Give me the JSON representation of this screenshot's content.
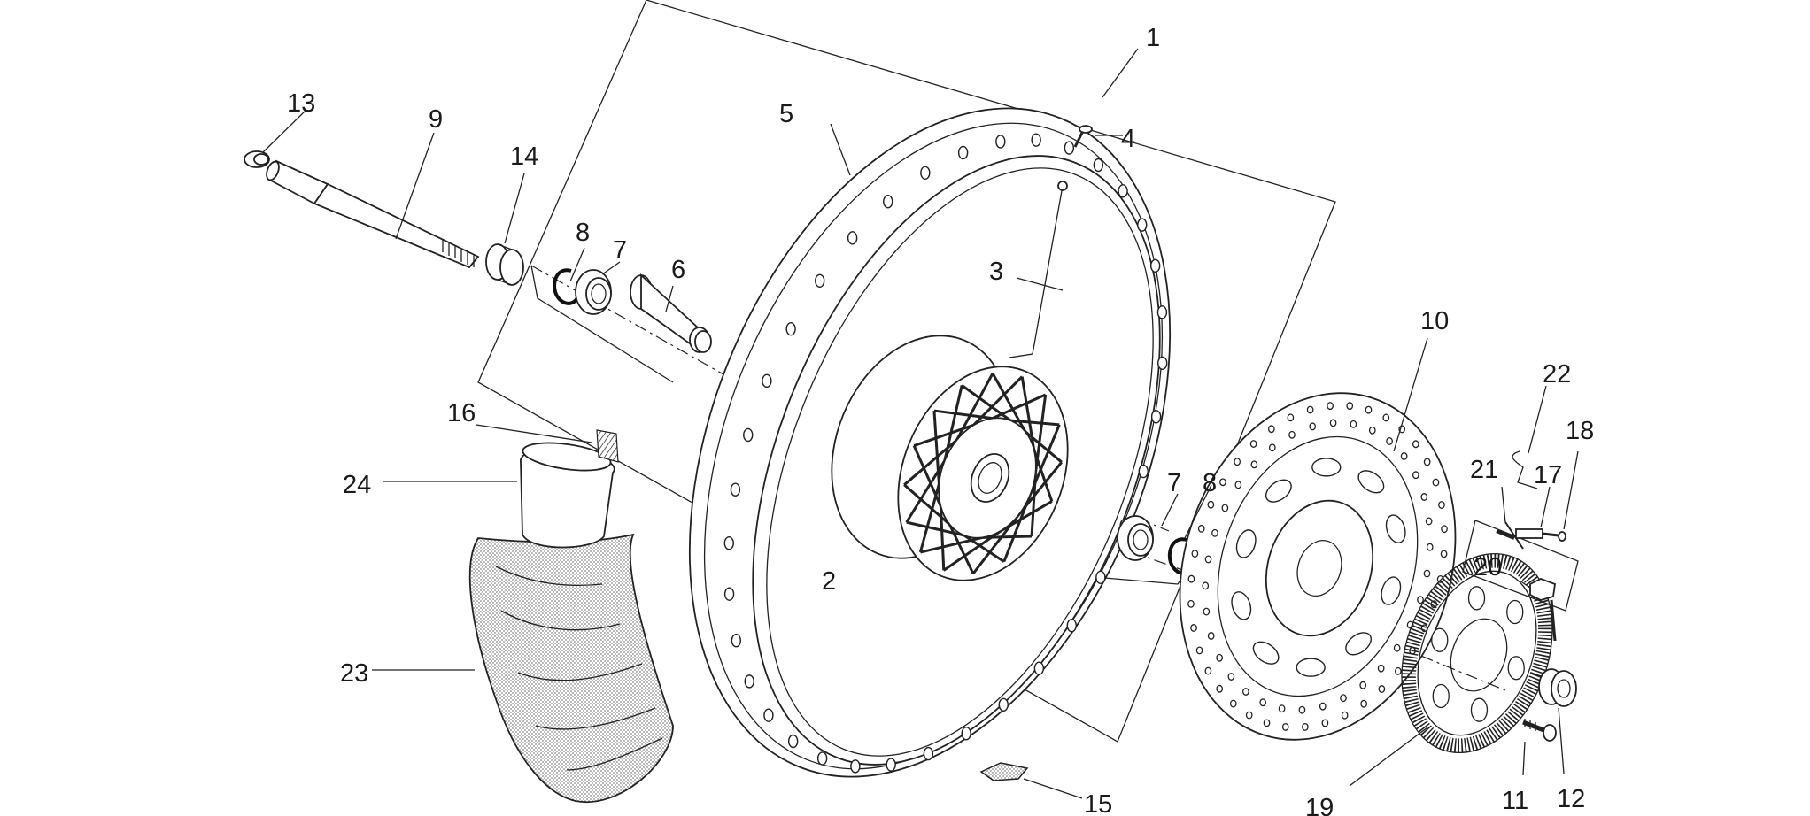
{
  "diagram": {
    "callouts": [
      "1",
      "2",
      "3",
      "4",
      "5",
      "6",
      "7",
      "8",
      "9",
      "10",
      "11",
      "12",
      "13",
      "14",
      "15",
      "16",
      "17",
      "18",
      "19",
      "20",
      "21",
      "22",
      "23",
      "24"
    ],
    "second_callouts": [
      "7",
      "8"
    ],
    "colors": {
      "line": "#222222",
      "background": "#ffffff",
      "texture": "#bbbbbb"
    },
    "parts": [
      "rim",
      "spoke",
      "hub",
      "wheel-axle",
      "bearing",
      "spacer",
      "circlip",
      "brake-disc",
      "abs-tone-ring",
      "sensor-bracket",
      "tire",
      "inner-tube",
      "rim-tape",
      "valve",
      "wheel-weight",
      "nut",
      "bolt",
      "bushing"
    ]
  }
}
